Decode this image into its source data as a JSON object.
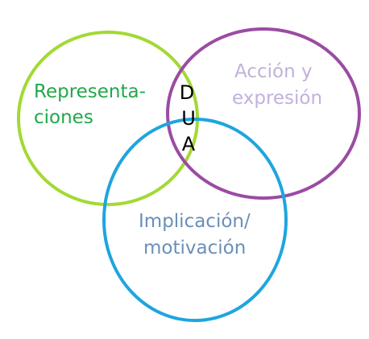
{
  "diagram": {
    "circles": [
      {
        "id": "representaciones",
        "label_lines": [
          "Representa-",
          "ciones"
        ],
        "color": "#a3d934"
      },
      {
        "id": "accion-expresion",
        "label_lines": [
          "Acción y",
          "expresión"
        ],
        "color": "#9b4ba3",
        "text_color": "#c2b1dc"
      },
      {
        "id": "implicacion-motivacion",
        "label_lines": [
          "Implicación/",
          "motivación"
        ],
        "color": "#1ea5e0",
        "text_color": "#6a8fb8"
      }
    ],
    "label_text_colors": {
      "representaciones": "#20a84a"
    },
    "center_letters": [
      "D",
      "U",
      "A"
    ]
  }
}
